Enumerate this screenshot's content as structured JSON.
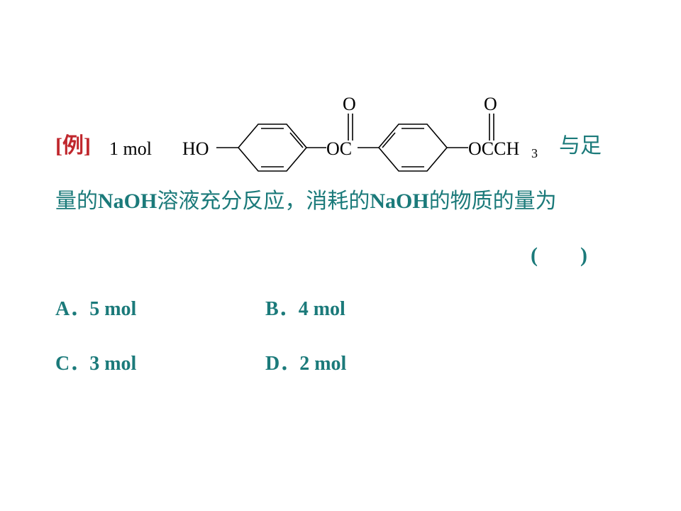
{
  "question": {
    "tag": "[例]",
    "amount": "1 mol",
    "molecule_labels": {
      "ho": "HO",
      "o_top_1": "O",
      "oc": "OC",
      "o_top_2": "O",
      "occh": "OCCH",
      "sub3": "3"
    },
    "line1_tail": "与足",
    "line2_part1": "量的",
    "naoh1": "NaOH",
    "line2_part2": "溶液充分反应，消耗的",
    "naoh2": "NaOH",
    "line2_part3": "的物质的量为",
    "answer_paren": "(　　)"
  },
  "options": [
    {
      "label": "A．",
      "value": "5 mol"
    },
    {
      "label": "B．",
      "value": "4 mol"
    },
    {
      "label": "C．",
      "value": "3 mol"
    },
    {
      "label": "D．",
      "value": "2 mol"
    }
  ],
  "colors": {
    "text_teal": "#1b7a7a",
    "tag_red": "#c0272d",
    "structure_black": "#000000"
  }
}
